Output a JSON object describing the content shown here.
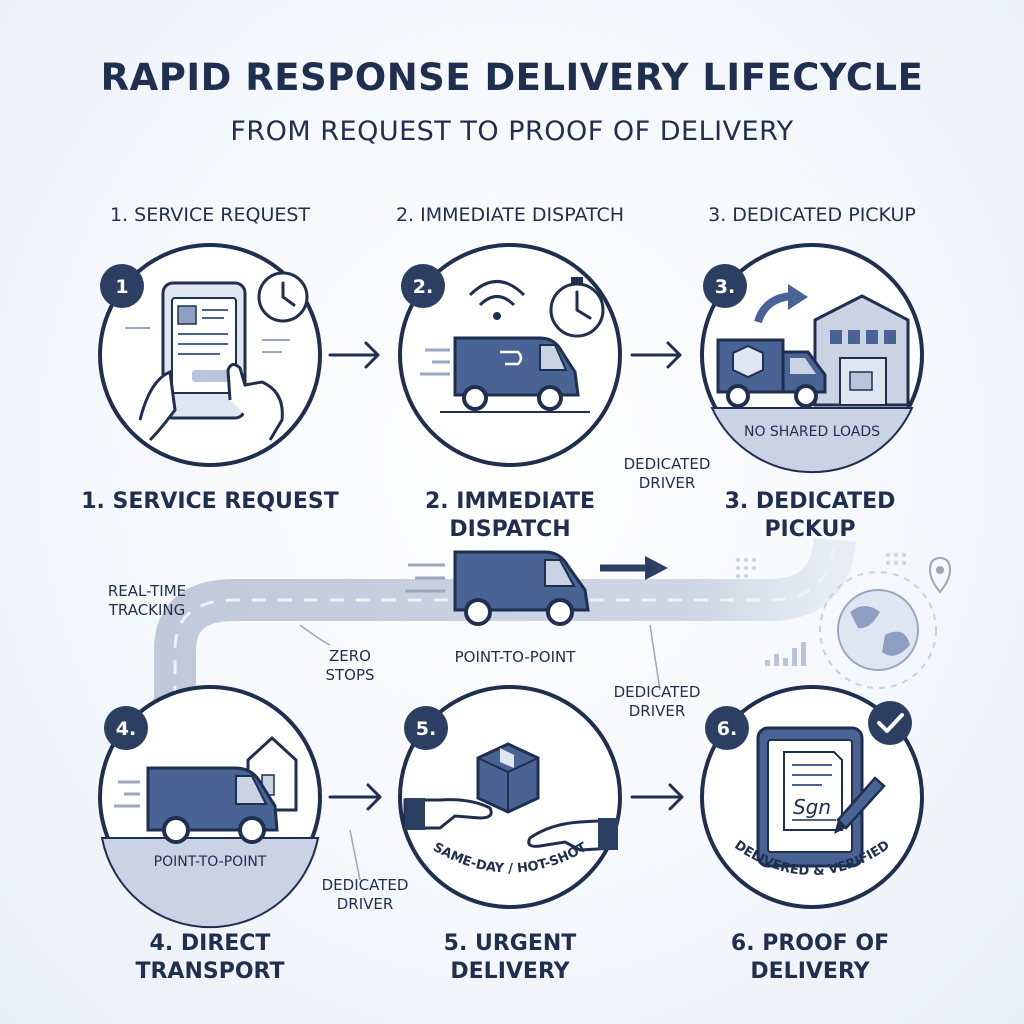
{
  "header": {
    "title": "RAPID RESPONSE DELIVERY LIFECYCLE",
    "subtitle": "FROM REQUEST TO PROOF OF DELIVERY"
  },
  "steps": [
    {
      "badge": "1",
      "top_label": "1. SERVICE REQUEST",
      "bottom_label": "1. SERVICE REQUEST"
    },
    {
      "badge": "2.",
      "top_label": "2. IMMEDIATE DISPATCH",
      "bottom_label": "2. IMMEDIATE DISPATCH"
    },
    {
      "badge": "3.",
      "top_label": "3. DEDICATED PICKUP",
      "bottom_label": "3. DEDICATED PICKUP",
      "inner_label": "NO SHARED LOADS"
    },
    {
      "badge": "4.",
      "bottom_label": "4. DIRECT TRANSPORT",
      "inner_label": "POINT-TO-POINT"
    },
    {
      "badge": "5.",
      "bottom_label": "5. URGENT DELIVERY",
      "inner_label": "SAME-DAY / HOT-SHOT"
    },
    {
      "badge": "6.",
      "bottom_label": "6. PROOF OF DELIVERY",
      "inner_label": "DELIVERED & VERIFIED"
    }
  ],
  "annotations": {
    "dedicated_driver_top": "DEDICATED DRIVER",
    "real_time_tracking": "REAL-TIME TRACKING",
    "zero_stops": "ZERO STOPS",
    "point_to_point_road": "POINT-TO-POINT",
    "dedicated_driver_mid": "DEDICATED DRIVER",
    "dedicated_driver_bottom": "DEDICATED DRIVER",
    "signature": "Sgn"
  },
  "colors": {
    "navy": "#1e2f4f",
    "slate_blue": "#4a6395",
    "light_blue": "#c9d3e3",
    "road": "#b9c4d6"
  }
}
